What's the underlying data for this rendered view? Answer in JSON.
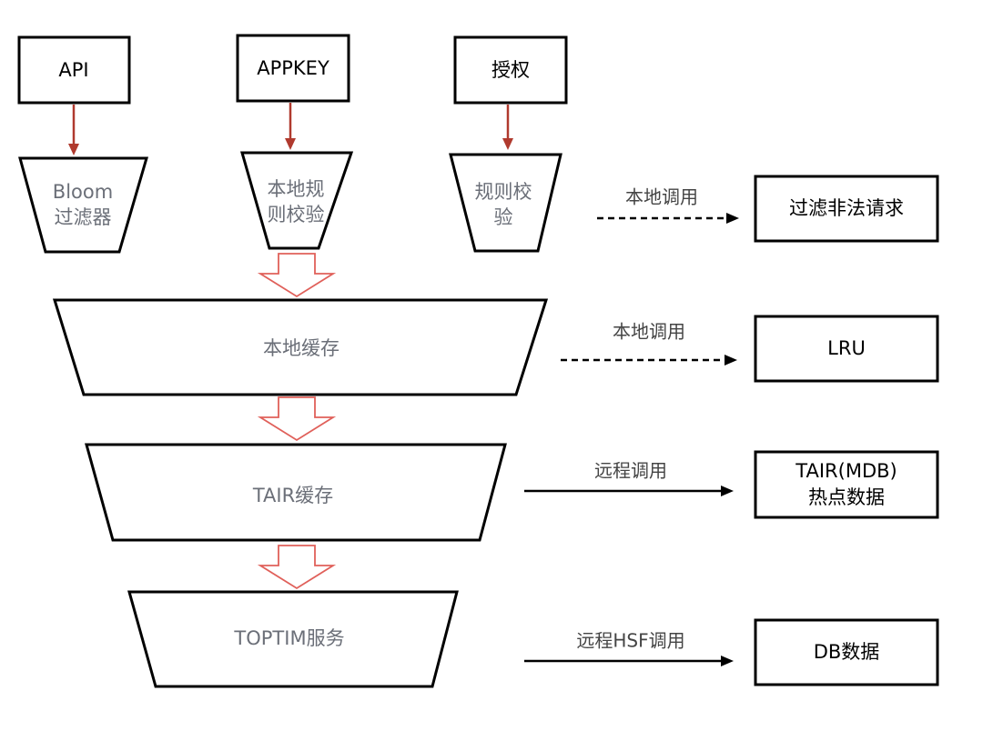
{
  "inputs": [
    {
      "label": "API"
    },
    {
      "label": "APPKEY"
    },
    {
      "label": "授权"
    }
  ],
  "filters": [
    {
      "lines": [
        "Bloom",
        "过滤器"
      ]
    },
    {
      "lines": [
        "本地规",
        "则校验"
      ]
    },
    {
      "lines": [
        "规则校",
        "验"
      ]
    }
  ],
  "layers": [
    {
      "label": "本地缓存"
    },
    {
      "label": "TAIR缓存"
    },
    {
      "label": "TOPTIM服务"
    }
  ],
  "targets": [
    {
      "lines": [
        "过滤非法请求"
      ]
    },
    {
      "lines": [
        "LRU"
      ]
    },
    {
      "lines": [
        "TAIR(MDB)",
        "热点数据"
      ]
    },
    {
      "lines": [
        "DB数据"
      ]
    }
  ],
  "connections": [
    {
      "label": "本地调用",
      "style": "dashed"
    },
    {
      "label": "本地调用",
      "style": "dashed"
    },
    {
      "label": "远程调用",
      "style": "solid"
    },
    {
      "label": "远程HSF调用",
      "style": "solid"
    }
  ],
  "colors": {
    "input_arrow": "#b03a2e",
    "flow_arrow_outline": "#e0605a",
    "trapezoid_text": "#6b6f78"
  }
}
